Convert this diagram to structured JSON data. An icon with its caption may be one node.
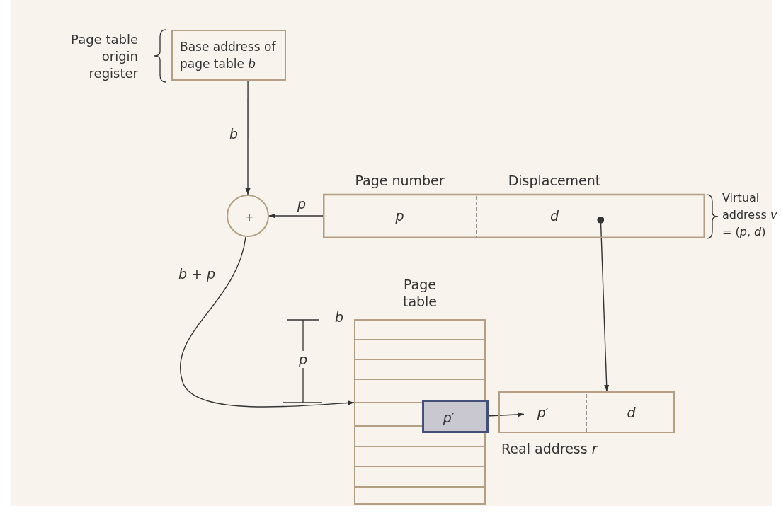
{
  "diagram": {
    "nodes": [
      {
        "text": [
          "Base address of page table *b*"
        ],
        "beside": [
          "Page table origin register"
        ]
      },
      {
        "text": [
          "+"
        ]
      },
      {
        "text": [],
        "shape": "box",
        "beside": [
          "Virtual address *v* = (*p*, *d*)"
        ]
      },
      {
        "text": [
          "Page number",
          "p"
        ],
        "in": 2
      },
      {
        "text": [
          "Displacement",
          "d"
        ],
        "in": 2
      },
      {
        "text": [
          "Page table"
        ]
      },
      {
        "text": [
          "p′"
        ],
        "in": 5
      },
      {
        "text": [],
        "shape": "box",
        "beside": [
          "Real address *r*"
        ]
      },
      {
        "text": [
          "p′"
        ],
        "in": 7
      },
      {
        "text": [
          "d"
        ],
        "in": 7
      }
    ],
    "edges": [
      {
        "from": 0,
        "to": 1,
        "arrow": "to",
        "label": "b"
      },
      {
        "from": 3,
        "to": 1,
        "arrow": "to",
        "label": "p"
      },
      {
        "from": 1,
        "to": 5,
        "arrow": "to",
        "label": "b + p"
      },
      {
        "from": 4,
        "to": 9,
        "arrow": "to"
      },
      {
        "from": 6,
        "to": 8,
        "arrow": "to"
      }
    ],
    "labels": [
      "b",
      "p"
    ]
  }
}
